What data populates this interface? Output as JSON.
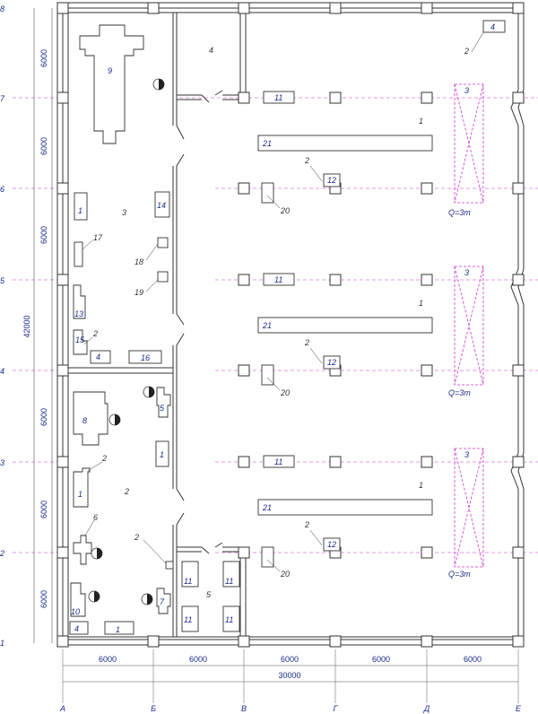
{
  "axes": {
    "columns": [
      "А",
      "Б",
      "В",
      "Г",
      "Д",
      "Е"
    ],
    "rows": [
      "1",
      "2",
      "3",
      "4",
      "5",
      "6",
      "7",
      "8"
    ]
  },
  "dimensions": {
    "bay": "6000",
    "total_height": "42000",
    "total_width": "30000"
  },
  "crane_capacity": "Q=3т",
  "room_labels": {
    "r1": "1",
    "r2": "2",
    "r3": "3",
    "r4": "4",
    "r5": "5"
  },
  "equipment": {
    "eq1": "1",
    "eq2": "2",
    "eq3": "3",
    "eq4": "4",
    "eq5": "5",
    "eq6": "6",
    "eq7": "7",
    "eq8": "8",
    "eq9": "9",
    "eq10": "10",
    "eq11": "11",
    "eq12": "12",
    "eq13": "13",
    "eq14": "14",
    "eq15": "15",
    "eq16": "16",
    "eq17": "17",
    "eq18": "18",
    "eq19": "19",
    "eq20": "20",
    "eq21": "21"
  },
  "colors": {
    "wall": "#333333",
    "axis_line": "#cc33cc",
    "label_text": "#1a2a8a",
    "dimension_line": "#555555"
  }
}
